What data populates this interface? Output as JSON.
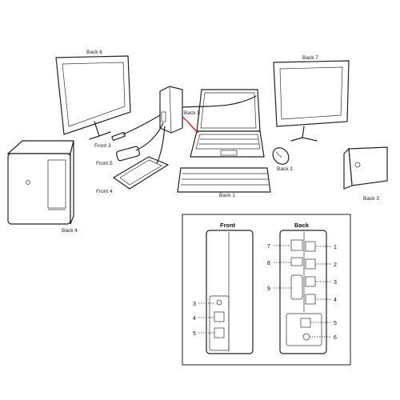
{
  "labels": {
    "back6": "Back 6",
    "back7": "Back 7",
    "back5": "Back 5",
    "front3": "Front 3",
    "front5": "Front 5",
    "front4": "Front 4",
    "back2": "Back 2",
    "back1": "Back 1",
    "back3": "Back 3",
    "back4": "Back 4"
  },
  "panel": {
    "front_title": "Front",
    "back_title": "Back",
    "front_numbers": [
      "3",
      "4",
      "5"
    ],
    "back_left_numbers": [
      "7",
      "8",
      "9"
    ],
    "back_right_numbers": [
      "1",
      "2",
      "3",
      "4",
      "5",
      "6"
    ]
  }
}
